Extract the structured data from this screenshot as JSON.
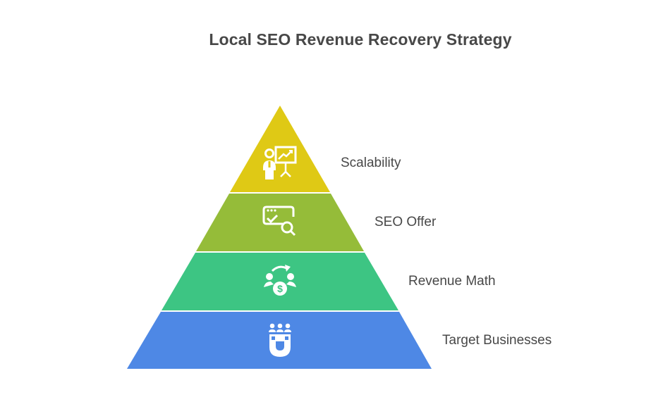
{
  "title": "Local SEO Revenue Recovery Strategy",
  "layers": [
    {
      "label": "Scalability",
      "icon": "presenter-growth-chart-icon",
      "color": "#DFC915"
    },
    {
      "label": "SEO Offer",
      "icon": "browser-check-search-icon",
      "color": "#95BC39"
    },
    {
      "label": "Revenue Math",
      "icon": "people-dollar-exchange-icon",
      "color": "#3DC583"
    },
    {
      "label": "Target Businesses",
      "icon": "magnet-people-icon",
      "color": "#4E88E5"
    }
  ]
}
